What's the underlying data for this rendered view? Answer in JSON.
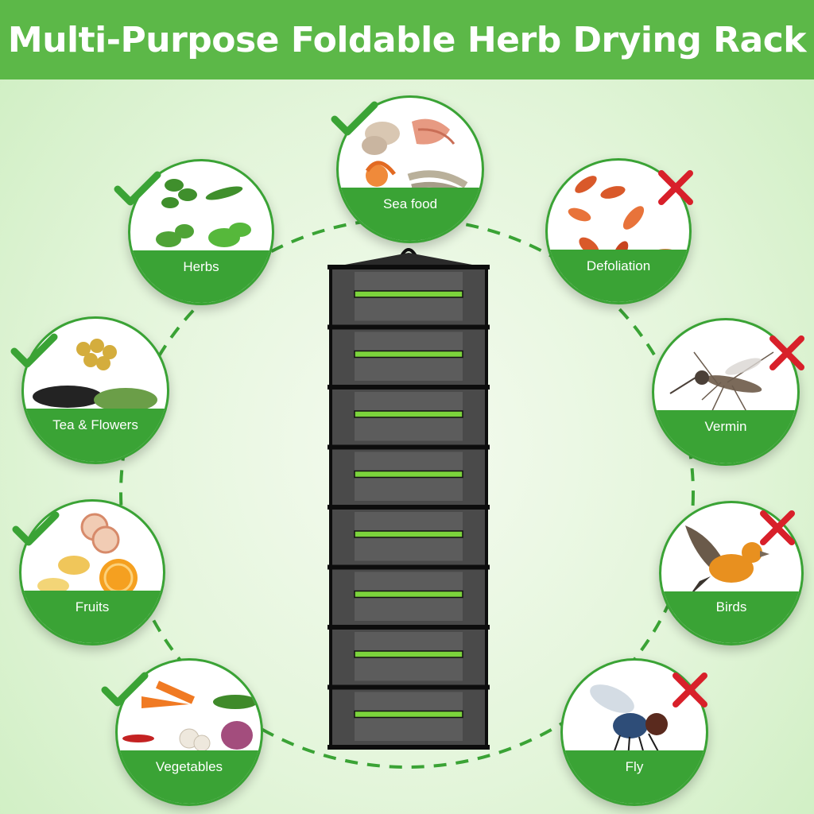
{
  "title": "Multi-Purpose Foldable Herb Drying Rack",
  "allowed": [
    {
      "label": "Sea food",
      "icon": "seafood-icon"
    },
    {
      "label": "Herbs",
      "icon": "herbs-icon"
    },
    {
      "label": "Tea & Flowers",
      "icon": "tea-flowers-icon"
    },
    {
      "label": "Fruits",
      "icon": "fruits-icon"
    },
    {
      "label": "Vegetables",
      "icon": "vegetables-icon"
    }
  ],
  "blocked": [
    {
      "label": "Defoliation",
      "icon": "leaves-icon"
    },
    {
      "label": "Vermin",
      "icon": "mosquito-icon"
    },
    {
      "label": "Birds",
      "icon": "bird-icon"
    },
    {
      "label": "Fly",
      "icon": "fly-icon"
    }
  ],
  "colors": {
    "brand_green": "#5cb848",
    "band_green": "#3aa335",
    "check_green": "#3aa335",
    "cross_red": "#d8202a",
    "rack_black": "#1b1b1b",
    "zipper_green": "#7cd43c"
  }
}
